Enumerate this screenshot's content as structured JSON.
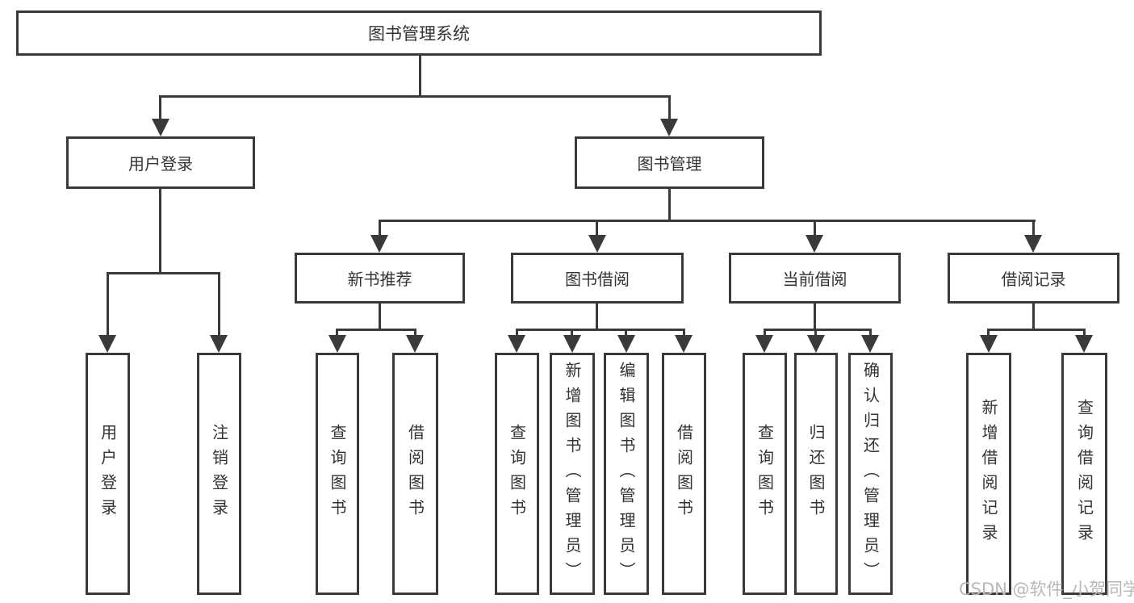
{
  "diagram": {
    "root": "图书管理系统",
    "level2": {
      "user_login": "用户登录",
      "book_mgmt": "图书管理"
    },
    "level3": {
      "new_books": "新书推荐",
      "book_borrow": "图书借阅",
      "current_borrow": "当前借阅",
      "borrow_records": "借阅记录"
    },
    "leaves": {
      "user_login_leaf": "用户登录",
      "logout": "注销登录",
      "nb_query": "查询图书",
      "nb_borrow": "借阅图书",
      "bb_query": "查询图书",
      "bb_add": "新增图书（管理员）",
      "bb_edit": "编辑图书（管理员）",
      "bb_borrow": "借阅图书",
      "cb_query": "查询图书",
      "cb_return": "归还图书",
      "cb_confirm": "确认归还（管理员）",
      "br_add": "新增借阅记录",
      "br_query": "查询借阅记录"
    },
    "watermark": "CSDN @软件_小贺同学",
    "colors": {
      "line": "#3a3a3a",
      "text": "#333333",
      "watermark": "#b8b8b8"
    }
  }
}
